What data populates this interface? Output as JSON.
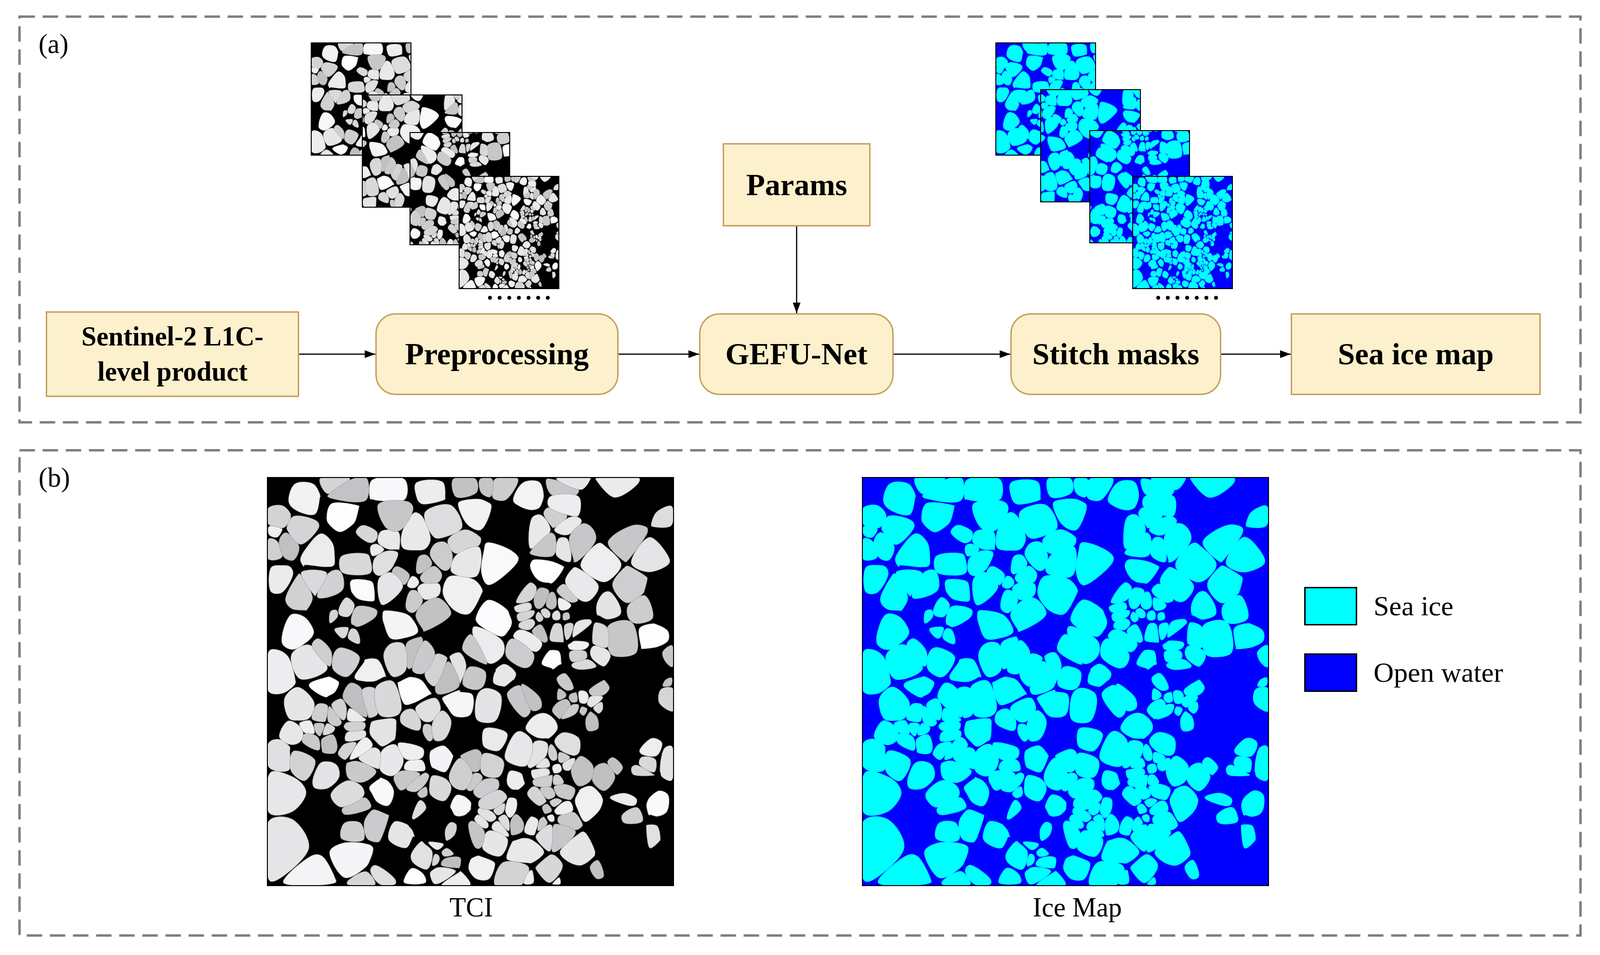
{
  "diagram": {
    "nodes": [
      {
        "text": [
          "(a)"
        ]
      },
      {
        "text": [
          "Sentinel-2 L1C- level product"
        ],
        "in": 0
      },
      {
        "text": [
          "Preprocessing"
        ],
        "in": 0
      },
      {
        "text": [
          "Params"
        ],
        "in": 0
      },
      {
        "text": [
          "GEFU-Net"
        ],
        "in": 0
      },
      {
        "text": [
          "Stitch masks"
        ],
        "in": 0
      },
      {
        "text": [
          "Sea ice map"
        ],
        "in": 0
      },
      {
        "text": [
          "(b)"
        ]
      }
    ],
    "edges": [
      {
        "from": 1,
        "to": 2,
        "arrow": "to"
      },
      {
        "from": 2,
        "to": 4,
        "arrow": "to"
      },
      {
        "from": 3,
        "to": 4,
        "arrow": "to"
      },
      {
        "from": 4,
        "to": 5,
        "arrow": "to"
      },
      {
        "from": 5,
        "to": 6,
        "arrow": "to"
      }
    ],
    "labels": [
      "TCI",
      "Ice Map"
    ],
    "legend": [
      {
        "text": "Sea ice",
        "color": "#00ffff"
      },
      {
        "text": "Open water",
        "color": "#0000ff"
      }
    ]
  }
}
